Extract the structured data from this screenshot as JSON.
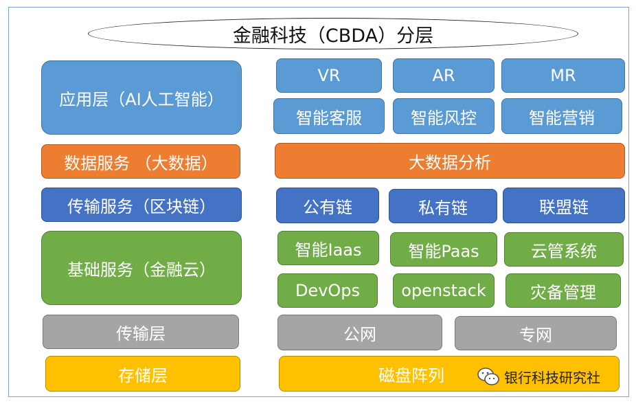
{
  "title": "金融科技（CBDA）分层",
  "layers": {
    "app": "应用层（AI人工智能）",
    "data": "数据服务 （大数据）",
    "transport_service": "传输服务（区块链）",
    "base": "基础服务（金融云）",
    "transport": "传输层",
    "storage": "存储层"
  },
  "right": {
    "vr": "VR",
    "ar": "AR",
    "mr": "MR",
    "customer_service": "智能客服",
    "risk_control": "智能风控",
    "marketing": "智能营销",
    "big_data_analysis": "大数据分析",
    "public_chain": "公有链",
    "private_chain": "私有链",
    "consortium_chain": "联盟链",
    "iaas": "智能Iaas",
    "paas": "智能Paas",
    "cloud_mgmt": "云管系统",
    "devops": "DevOps",
    "openstack": "openstack",
    "disaster_mgmt": "灾备管理",
    "public_net": "公网",
    "private_net": "专网",
    "disk_array": "磁盘阵列"
  },
  "watermark": {
    "text": "银行科技研究社",
    "icon": "wechat-icon"
  }
}
